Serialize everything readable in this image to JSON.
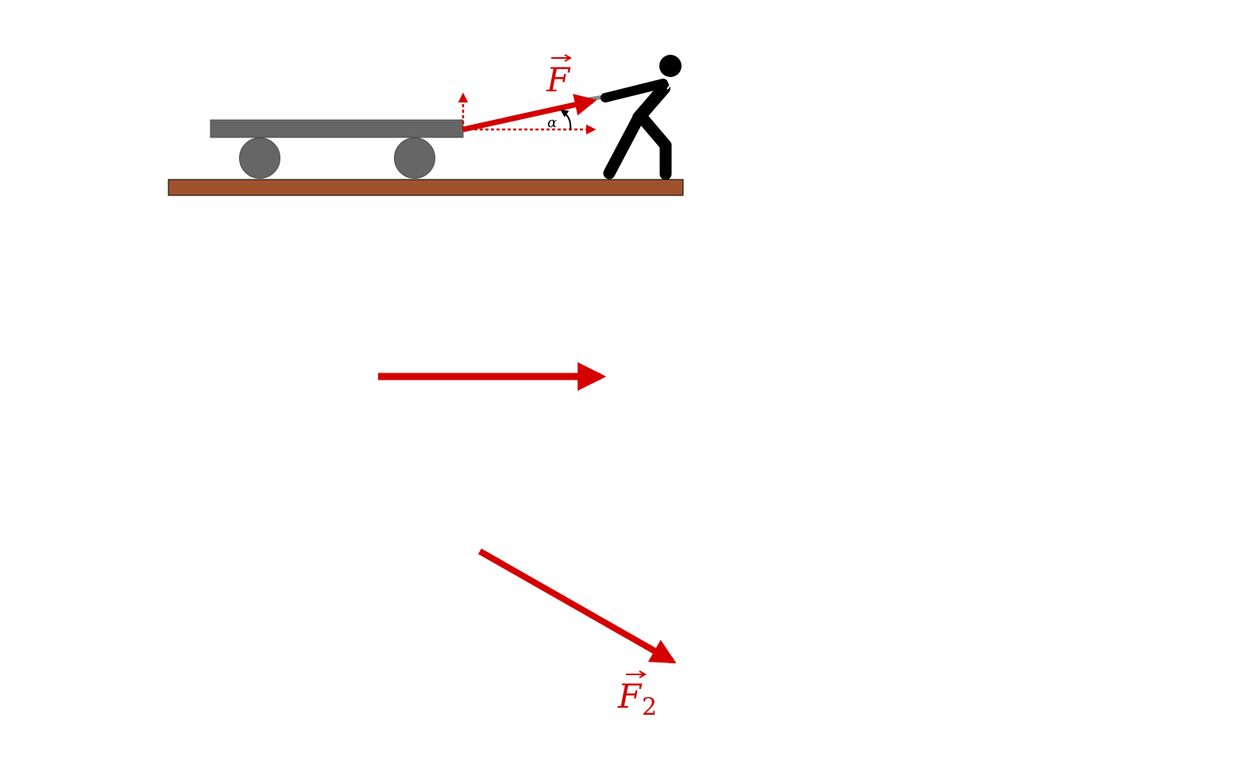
{
  "labels": {
    "force_main": "F",
    "angle": "α",
    "force_second": "F",
    "force_second_subscript": "2"
  },
  "colors": {
    "force": "#d40000",
    "ground": "#a0522d",
    "cart": "#666666",
    "person": "#000000",
    "rope": "#888888",
    "angle_arc": "#000000"
  }
}
